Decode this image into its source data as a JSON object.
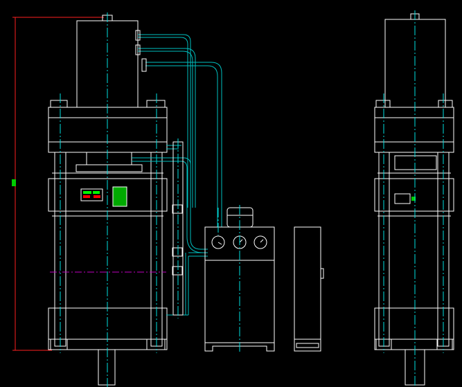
{
  "drawing": {
    "background": "#000000",
    "line_color": "#ffffff",
    "centerline_color": "#00e0e0",
    "dimension_color": "#ff2020",
    "reference_line_color": "#c000c0",
    "panel_colors": [
      "#00ff00",
      "#ff0000"
    ],
    "views": [
      "front-view",
      "side-view",
      "hydraulic-pump-station",
      "electrical-cabinet"
    ]
  }
}
